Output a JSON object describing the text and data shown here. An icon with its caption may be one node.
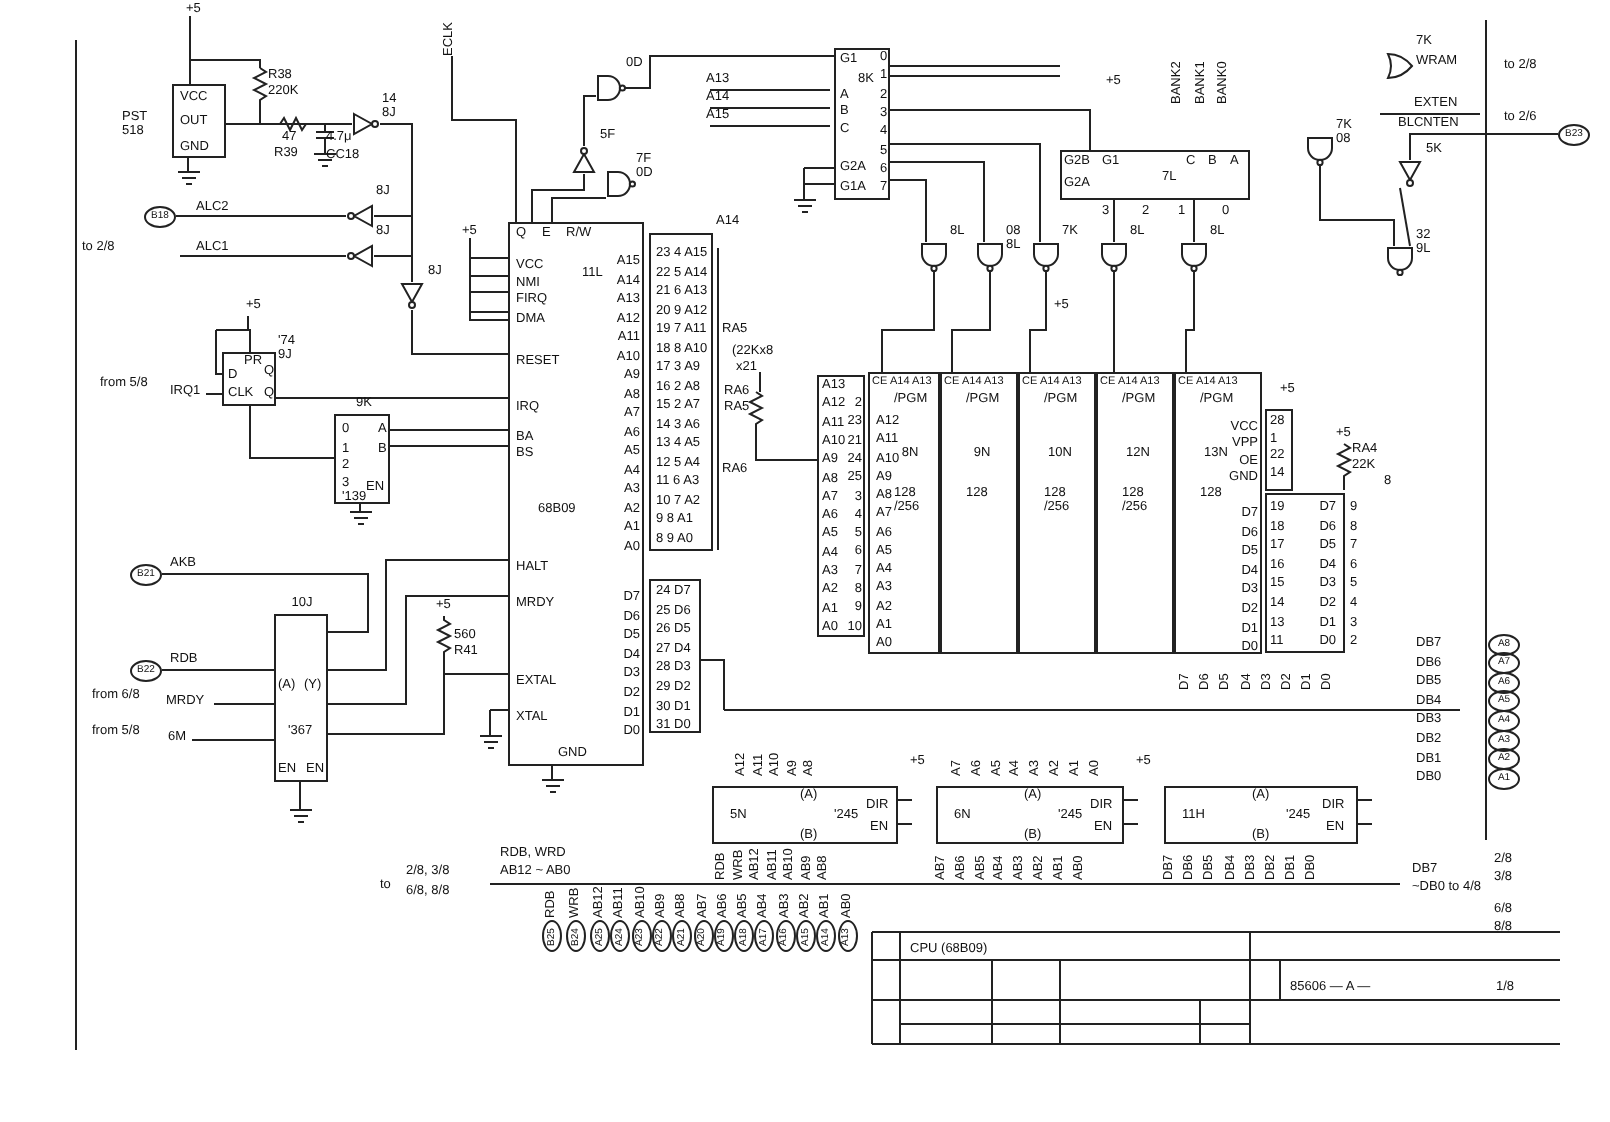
{
  "diagram": {
    "nodes": [
      {
        "text": [
          "PST 518",
          "VCC",
          "OUT",
          "GND"
        ]
      },
      {
        "text": [
          "11L",
          "68B09",
          "VCC",
          "NMI",
          "FIRQ",
          "DMA",
          "RESET",
          "IRQ",
          "BA",
          "BS",
          "HALT",
          "MRDY",
          "EXTAL",
          "XTAL",
          "Q",
          "E",
          "R/W",
          "GND",
          "A15",
          "A14",
          "A13",
          "A12",
          "A11",
          "A10",
          "A9",
          "A8",
          "A7",
          "A6",
          "A5",
          "A4",
          "A3",
          "A2",
          "A1",
          "A0",
          "D7",
          "D6",
          "D5",
          "D4",
          "D3",
          "D2",
          "D1",
          "D0"
        ]
      },
      {
        "text": [
          "PR",
          "D",
          "CLK",
          "Q",
          "Q"
        ],
        "beside": [
          "'74",
          "9J"
        ]
      },
      {
        "text": [
          "9K",
          "0",
          "1",
          "2",
          "3",
          "A",
          "B",
          "EN",
          "'139"
        ]
      },
      {
        "text": [
          "10J",
          "(A)",
          "(Y)",
          "'367",
          "EN",
          "EN"
        ]
      },
      {
        "text": [
          "G1",
          "8K",
          "A",
          "B",
          "C",
          "G2A",
          "G1A",
          "0",
          "1",
          "2",
          "3",
          "4",
          "5",
          "6",
          "7"
        ]
      },
      {
        "text": [
          "G2B",
          "G2A",
          "G1",
          "C",
          "B",
          "A",
          "7L",
          "3",
          "2",
          "1",
          "0"
        ]
      },
      {
        "text": [
          "CE",
          "A14",
          "A13",
          "/PGM",
          "8N",
          "128 /256",
          "A12",
          "A11",
          "A10",
          "A9",
          "A8",
          "A7",
          "A6",
          "A5",
          "A4",
          "A3",
          "A2",
          "A1",
          "A0"
        ]
      },
      {
        "text": [
          "CE",
          "A14",
          "A13",
          "/PGM",
          "9N",
          "128"
        ]
      },
      {
        "text": [
          "CE",
          "A14",
          "A13",
          "/PGM",
          "10N",
          "128 /256"
        ]
      },
      {
        "text": [
          "CE",
          "A14",
          "A13",
          "/PGM",
          "12N",
          "128 /256"
        ]
      },
      {
        "text": [
          "CE",
          "A14",
          "A13",
          "/PGM",
          "13N",
          "128",
          "VCC",
          "VPP",
          "OE",
          "GND",
          "D7",
          "D6",
          "D5",
          "D4",
          "D3",
          "D2",
          "D1",
          "D0"
        ]
      },
      {
        "text": [
          "(A)",
          "5N",
          "(B)",
          "'245",
          "DIR",
          "EN"
        ]
      },
      {
        "text": [
          "(A)",
          "6N",
          "(B)",
          "'245",
          "DIR",
          "EN"
        ]
      },
      {
        "text": [
          "(A)",
          "11H",
          "(B)",
          "'245",
          "DIR",
          "EN"
        ]
      },
      {
        "text": [
          "B18"
        ]
      },
      {
        "text": [
          "B21"
        ]
      },
      {
        "text": [
          "B22"
        ]
      },
      {
        "text": [
          "B23"
        ]
      },
      {
        "text": [
          "A8"
        ]
      },
      {
        "text": [
          "A7"
        ]
      },
      {
        "text": [
          "A6"
        ]
      },
      {
        "text": [
          "A5"
        ]
      },
      {
        "text": [
          "A4"
        ]
      },
      {
        "text": [
          "A3"
        ]
      },
      {
        "text": [
          "A2"
        ]
      },
      {
        "text": [
          "A1"
        ]
      },
      {
        "text": [
          "B25"
        ]
      },
      {
        "text": [
          "B24"
        ]
      },
      {
        "text": [
          "A25"
        ]
      },
      {
        "text": [
          "A24"
        ]
      },
      {
        "text": [
          "A23"
        ]
      },
      {
        "text": [
          "A22"
        ]
      },
      {
        "text": [
          "A21"
        ]
      },
      {
        "text": [
          "A20"
        ]
      },
      {
        "text": [
          "A19"
        ]
      },
      {
        "text": [
          "A18"
        ]
      },
      {
        "text": [
          "A17"
        ]
      },
      {
        "text": [
          "A16"
        ]
      },
      {
        "text": [
          "A15"
        ]
      },
      {
        "text": [
          "A14"
        ]
      },
      {
        "text": [
          "A13"
        ]
      },
      {
        "text": [],
        "shape": "triangle",
        "beside": [
          "14",
          "8J"
        ]
      },
      {
        "text": [],
        "shape": "triangle",
        "beside": [
          "8J"
        ]
      },
      {
        "text": [],
        "shape": "triangle",
        "beside": [
          "8J"
        ]
      },
      {
        "text": [],
        "shape": "triangle",
        "beside": [
          "8J"
        ]
      },
      {
        "text": [],
        "shape": "triangle",
        "beside": [
          "5F"
        ]
      },
      {
        "text": [],
        "shape": "gate",
        "beside": [
          "0D"
        ]
      },
      {
        "text": [],
        "shape": "gate",
        "beside": [
          "7F",
          "0D"
        ]
      },
      {
        "text": [],
        "shape": "gate",
        "beside": [
          "8L"
        ]
      },
      {
        "text": [],
        "shape": "gate",
        "beside": [
          "08",
          "8L"
        ]
      },
      {
        "text": [],
        "shape": "gate",
        "beside": [
          "7K"
        ]
      },
      {
        "text": [],
        "shape": "gate",
        "beside": [
          "8L"
        ]
      },
      {
        "text": [],
        "shape": "gate",
        "beside": [
          "8L"
        ]
      },
      {
        "text": [],
        "shape": "gate",
        "beside": [
          "7K"
        ]
      },
      {
        "text": [],
        "shape": "gate",
        "beside": [
          "7K",
          "08"
        ]
      },
      {
        "text": [],
        "shape": "triangle",
        "beside": [
          "5K"
        ]
      },
      {
        "text": [],
        "shape": "gate",
        "beside": [
          "32",
          "9L"
        ]
      },
      {
        "text": [
          "IRQ1"
        ]
      },
      {
        "text": [
          "MRDY"
        ]
      },
      {
        "text": [
          "6M"
        ]
      },
      {
        "text": [
          "ECLK"
        ]
      }
    ],
    "edges": [
      {
        "from": 0,
        "to": 42,
        "arrow": "none"
      },
      {
        "from": 42,
        "to": 45,
        "arrow": "none"
      },
      {
        "from": 43,
        "to": 45,
        "arrow": "none"
      },
      {
        "from": 44,
        "to": 45,
        "arrow": "none"
      },
      {
        "from": 45,
        "to": 1,
        "arrow": "none"
      },
      {
        "from": 43,
        "to": 15,
        "arrow": "none"
      },
      {
        "from": 2,
        "to": 1,
        "arrow": "none"
      },
      {
        "from": 2,
        "to": 3,
        "arrow": "none"
      },
      {
        "from": 3,
        "to": 1,
        "arrow": "none"
      },
      {
        "from": 3,
        "to": 1,
        "arrow": "none"
      },
      {
        "from": 16,
        "to": 4,
        "arrow": "none"
      },
      {
        "from": 17,
        "to": 4,
        "arrow": "none"
      },
      {
        "from": 4,
        "to": 1,
        "arrow": "none"
      },
      {
        "from": 4,
        "to": 1,
        "arrow": "none"
      },
      {
        "from": 4,
        "to": 1,
        "arrow": "none"
      },
      {
        "from": 5,
        "to": 49,
        "arrow": "none"
      },
      {
        "from": 5,
        "to": 50,
        "arrow": "none"
      },
      {
        "from": 5,
        "to": 51,
        "arrow": "none"
      },
      {
        "from": 5,
        "to": 6,
        "arrow": "none"
      },
      {
        "from": 6,
        "to": 52,
        "arrow": "none"
      },
      {
        "from": 6,
        "to": 53,
        "arrow": "none"
      },
      {
        "from": 49,
        "to": 7,
        "arrow": "none"
      },
      {
        "from": 50,
        "to": 8,
        "arrow": "none"
      },
      {
        "from": 51,
        "to": 9,
        "arrow": "none"
      },
      {
        "from": 52,
        "to": 10,
        "arrow": "none"
      },
      {
        "from": 53,
        "to": 11,
        "arrow": "none"
      },
      {
        "from": 46,
        "to": 47,
        "arrow": "none"
      },
      {
        "from": 47,
        "to": 5,
        "arrow": "none"
      },
      {
        "from": 55,
        "to": 57,
        "arrow": "none"
      },
      {
        "from": 56,
        "to": 57,
        "arrow": "none"
      },
      {
        "from": 18,
        "to": 56,
        "arrow": "none"
      },
      {
        "from": 59,
        "to": 4,
        "arrow": "none"
      },
      {
        "from": 60,
        "to": 4,
        "arrow": "none"
      },
      {
        "from": 44,
        "to": null,
        "arrow": "none"
      },
      {
        "from": 61,
        "to": 1,
        "arrow": "none"
      },
      {
        "from": 48,
        "to": 1,
        "arrow": "none"
      },
      {
        "from": 1,
        "to": 46,
        "arrow": "none"
      },
      {
        "from": 58,
        "to": 2,
        "arrow": "none"
      }
    ],
    "labels": [
      "+5",
      "R38",
      "220K",
      "47",
      "R39",
      "4.7μ",
      "CC18",
      "ALC2",
      "to 2/8",
      "ALC1",
      "+5",
      "from 5/8",
      "+5",
      "A13",
      "A14",
      "A15",
      "A14",
      "(22Kx8",
      "x21",
      "RA6",
      "RA5",
      "RA5",
      "RA6",
      "+5",
      "+5",
      "BANK2",
      "BANK1",
      "BANK0",
      "WRAM",
      "to 2/8",
      "EXTEN",
      "to 2/6",
      "BLCNTEN",
      "+5",
      "+5",
      "RA4",
      "22K",
      "8",
      "AKB",
      "RDB",
      "from 6/8",
      "from 5/8",
      "+5",
      "560",
      "R41",
      "+5",
      "+5",
      "RDB, WRD",
      "AB12 ~ AB0",
      "to",
      "2/8, 3/8",
      "6/8, 8/8",
      "DB7",
      "~DB0 to 4/8",
      "2/8",
      "3/8",
      "6/8",
      "8/8",
      "CPU (68B09)",
      "85606 — A —",
      "1/8",
      "DB7",
      "DB6",
      "DB5",
      "DB4",
      "DB3",
      "DB2",
      "DB1",
      "DB0",
      "A12",
      "A11",
      "A10",
      "A9",
      "A8",
      "A7",
      "A6",
      "A5",
      "A4",
      "A3",
      "A2",
      "A1",
      "A0",
      "D7",
      "D6",
      "D5",
      "D4",
      "D3",
      "D2",
      "D1",
      "D0",
      "RDB",
      "WRB",
      "AB12",
      "AB11",
      "AB10",
      "AB9",
      "AB8",
      "AB7",
      "AB6",
      "AB5",
      "AB4",
      "AB3",
      "AB2",
      "AB1",
      "AB0",
      "DB7",
      "DB6",
      "DB5",
      "DB4",
      "DB3",
      "DB2",
      "DB1",
      "DB0",
      "RDB",
      "WRB",
      "AB12",
      "AB11",
      "AB10",
      "AB9",
      "AB8",
      "AB7",
      "AB6",
      "AB5",
      "AB4",
      "AB3",
      "AB2",
      "AB1",
      "AB0",
      "A13",
      "A12",
      "A11",
      "A10",
      "A9",
      "A8",
      "A7",
      "A6",
      "A5",
      "A4",
      "A3",
      "A2",
      "A1",
      "A0",
      "2",
      "23",
      "21",
      "24",
      "25",
      "3",
      "4",
      "5",
      "6",
      "7",
      "8",
      "9",
      "10",
      "23 4 A15",
      "22 5 A14",
      "21 6 A13",
      "20 9 A12",
      "19 7 A11",
      "18 8 A10",
      "17 3 A9",
      "16 2 A8",
      "15 2 A7",
      "14 3 A6",
      "13 4 A5",
      "12 5 A4",
      "11 6 A3",
      "10 7 A2",
      "9 8 A1",
      "8 9 A0",
      "24 D7",
      "25 D6",
      "26 D5",
      "27 D4",
      "28 D3",
      "29 D2",
      "30 D1",
      "31 D0",
      "28",
      "1",
      "22",
      "14",
      "19",
      "18",
      "17",
      "16",
      "15",
      "14",
      "13",
      "11",
      "D7",
      "D6",
      "D5",
      "D4",
      "D3",
      "D2",
      "D1",
      "D0",
      "9",
      "8",
      "7",
      "6",
      "5",
      "4",
      "3",
      "2"
    ]
  }
}
